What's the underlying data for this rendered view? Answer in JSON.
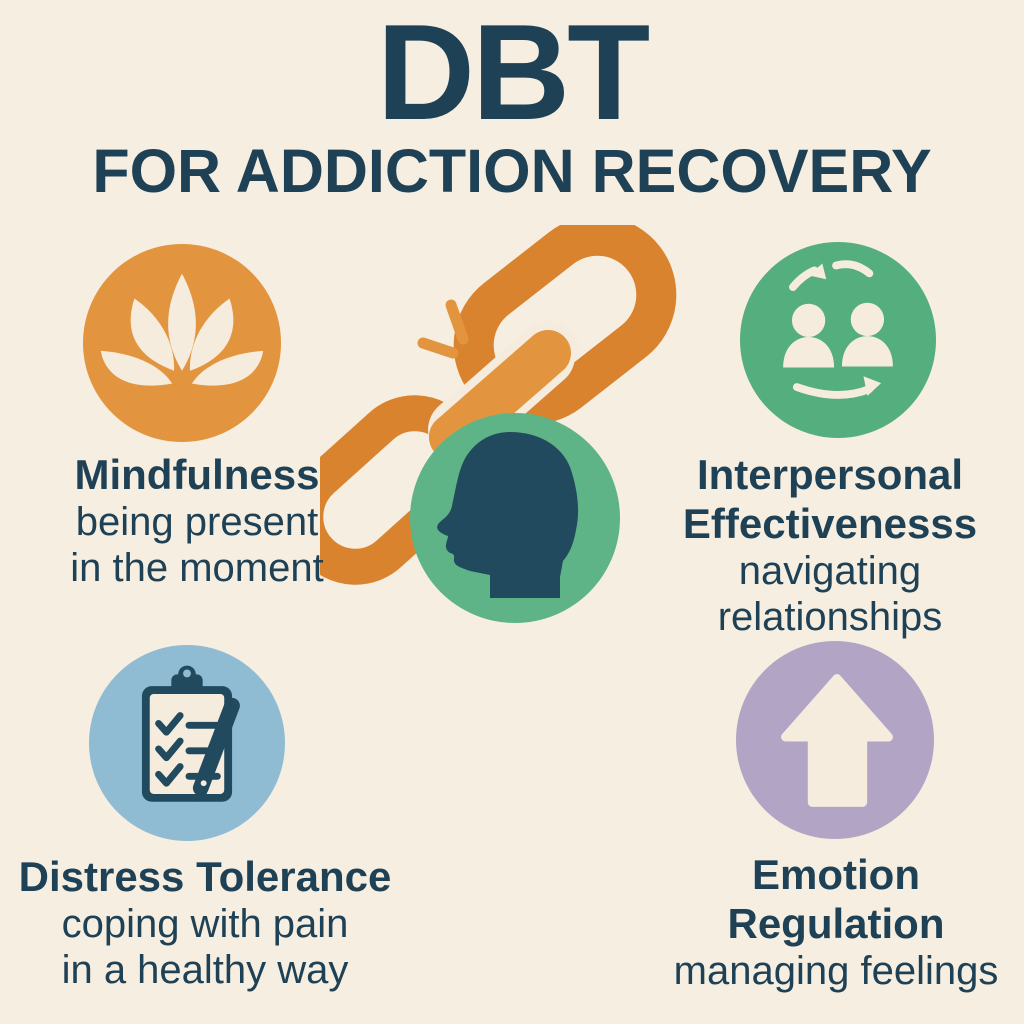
{
  "title": "DBT",
  "subtitle": "FOR ADDICTION RECOVERY",
  "colors": {
    "background": "#F6EEE0",
    "text_dark": "#1F4156",
    "orange": "#E2953E",
    "chain_orange": "#D9832F",
    "green": "#55AE7D",
    "center_green": "#5EB486",
    "blue": "#8FBCD3",
    "purple": "#B1A4C5",
    "cream": "#F5ECDD",
    "head_dark": "#224A5E"
  },
  "center_illustration": {
    "chain_icon": "broken-chain-icon",
    "head_icon": "head-silhouette-icon"
  },
  "sections": {
    "mindfulness": {
      "icon": "lotus-icon",
      "title": "Mindfulness",
      "caption_line1": "being present",
      "caption_line2": "in the moment"
    },
    "interpersonal": {
      "icon": "people-exchange-icon",
      "title_line1": "Interpersonal",
      "title_line2": "Effectivenesss",
      "caption_line1": "navigating",
      "caption_line2": "relationships"
    },
    "distress_tolerance": {
      "icon": "checklist-pen-icon",
      "title": "Distress Tolerance",
      "caption_line1": "coping with pain",
      "caption_line2": "in a healthy way"
    },
    "emotion_regulation": {
      "icon": "up-arrow-icon",
      "title_line1": "Emotion",
      "title_line2": "Regulation",
      "caption_line1": "managing feelings"
    }
  }
}
